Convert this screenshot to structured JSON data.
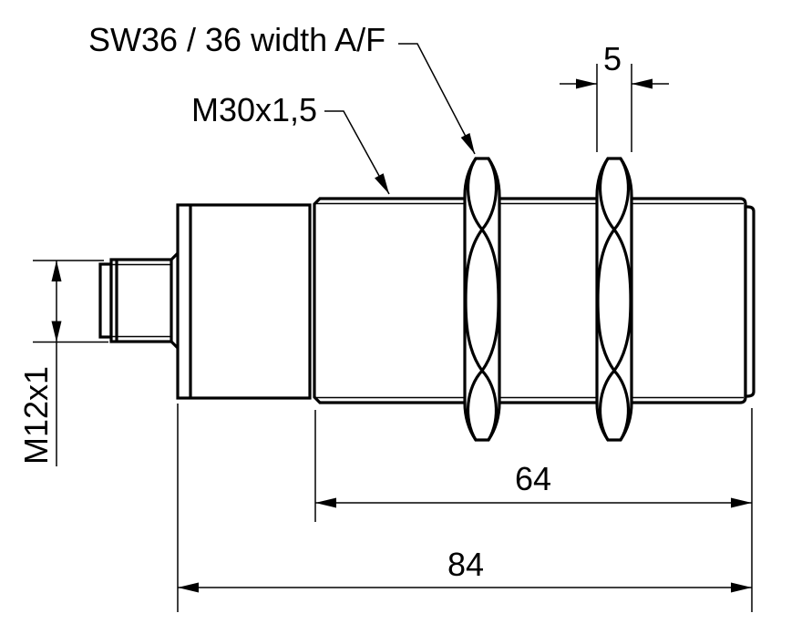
{
  "drawing": {
    "type": "technical-dimension-drawing",
    "labels": {
      "wrench_flats": "SW36 / 36 width A/F",
      "barrel_thread": "M30x1,5",
      "connector_thread": "M12x1"
    },
    "dimensions": {
      "nut_thickness_mm": "5",
      "thread_length_mm": "64",
      "overall_length_mm": "84"
    },
    "colors": {
      "line": "#000000",
      "background": "#ffffff"
    }
  }
}
